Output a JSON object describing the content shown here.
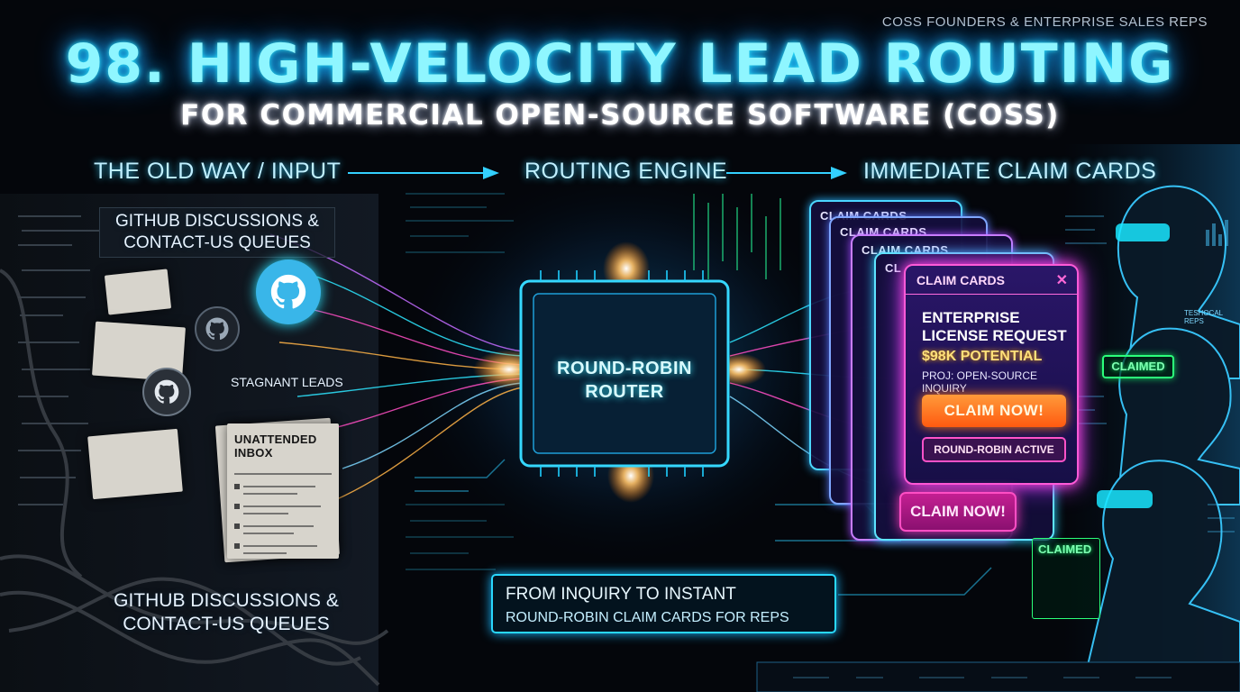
{
  "header": {
    "tag": "COSS FOUNDERS & ENTERPRISE SALES REPS",
    "title": "98. HIGH-VELOCITY LEAD ROUTING",
    "subtitle": "FOR COMMERCIAL OPEN-SOURCE SOFTWARE (COSS)"
  },
  "phases": {
    "input": "THE OLD WAY / INPUT",
    "engine": "ROUTING ENGINE",
    "output": "IMMEDIATE CLAIM CARDS"
  },
  "input": {
    "top_label": "GITHUB DISCUSSIONS & CONTACT-US QUEUES",
    "stagnant_label": "STAGNANT LEADS",
    "inbox_title": "UNATTENDED INBOX",
    "bottom_label": "GITHUB DISCUSSIONS & CONTACT-US QUEUES"
  },
  "engine": {
    "router_label": "ROUND-ROBIN ROUTER",
    "summary_line1": "FROM INQUIRY TO INSTANT",
    "summary_line2": "ROUND-ROBIN CLAIM CARDS FOR REPS"
  },
  "cards": {
    "stack_headers": [
      "CLAIM CARDS",
      "CLAIM CARDS",
      "CLAIM CARDS",
      "CL"
    ],
    "main": {
      "header": "CLAIM CARDS",
      "close_glyph": "✕",
      "title": "ENTERPRISE LICENSE REQUEST",
      "potential": "$98K POTENTIAL",
      "project": "PROJ: OPEN-SOURCE INQUIRY",
      "claim_button": "CLAIM NOW!",
      "status_button": "ROUND-ROBIN ACTIVE"
    },
    "secondary_claim_button": "CLAIM NOW!"
  },
  "reps": {
    "claimed_1": "CLAIMED",
    "claimed_2": "CLAIMED",
    "tech_label": "TESHOCAL REPS"
  },
  "colors": {
    "cyan": "#2ee6ff",
    "magenta": "#ff4ec4",
    "orange": "#ff6a14",
    "green": "#2bff7a",
    "gold": "#ffe07a"
  },
  "icons": {
    "github": "github-octocat-icon",
    "arrow": "arrow-right-icon",
    "close": "close-icon"
  }
}
